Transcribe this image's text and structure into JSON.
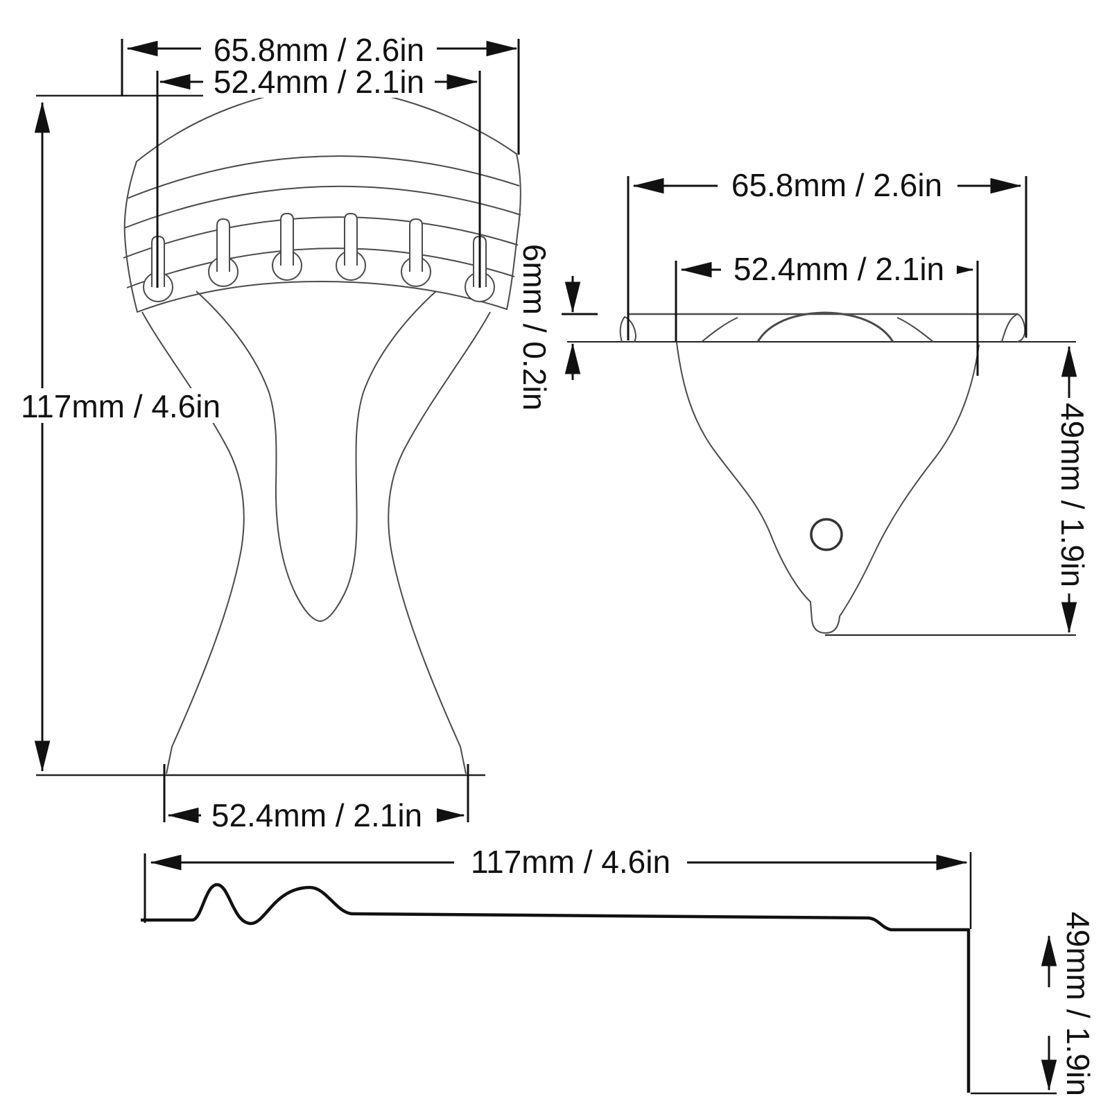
{
  "drawing": {
    "front_view": {
      "dim_width_outer": "65.8mm / 2.6in",
      "dim_width_strings": "52.4mm / 2.1in",
      "dim_height": "117mm / 4.6in",
      "dim_base_width": "52.4mm / 2.1in"
    },
    "back_view": {
      "dim_width_outer": "65.8mm / 2.6in",
      "dim_width_inner": "52.4mm / 2.1in",
      "dim_thickness": "6mm / 0.2in",
      "dim_drop": "49mm / 1.9in"
    },
    "side_view": {
      "dim_length": "117mm / 4.6in",
      "dim_drop": "49mm / 1.9in"
    },
    "colors": {
      "outline": "#4a4a4a",
      "dimension": "#111111",
      "background": "#ffffff"
    }
  }
}
